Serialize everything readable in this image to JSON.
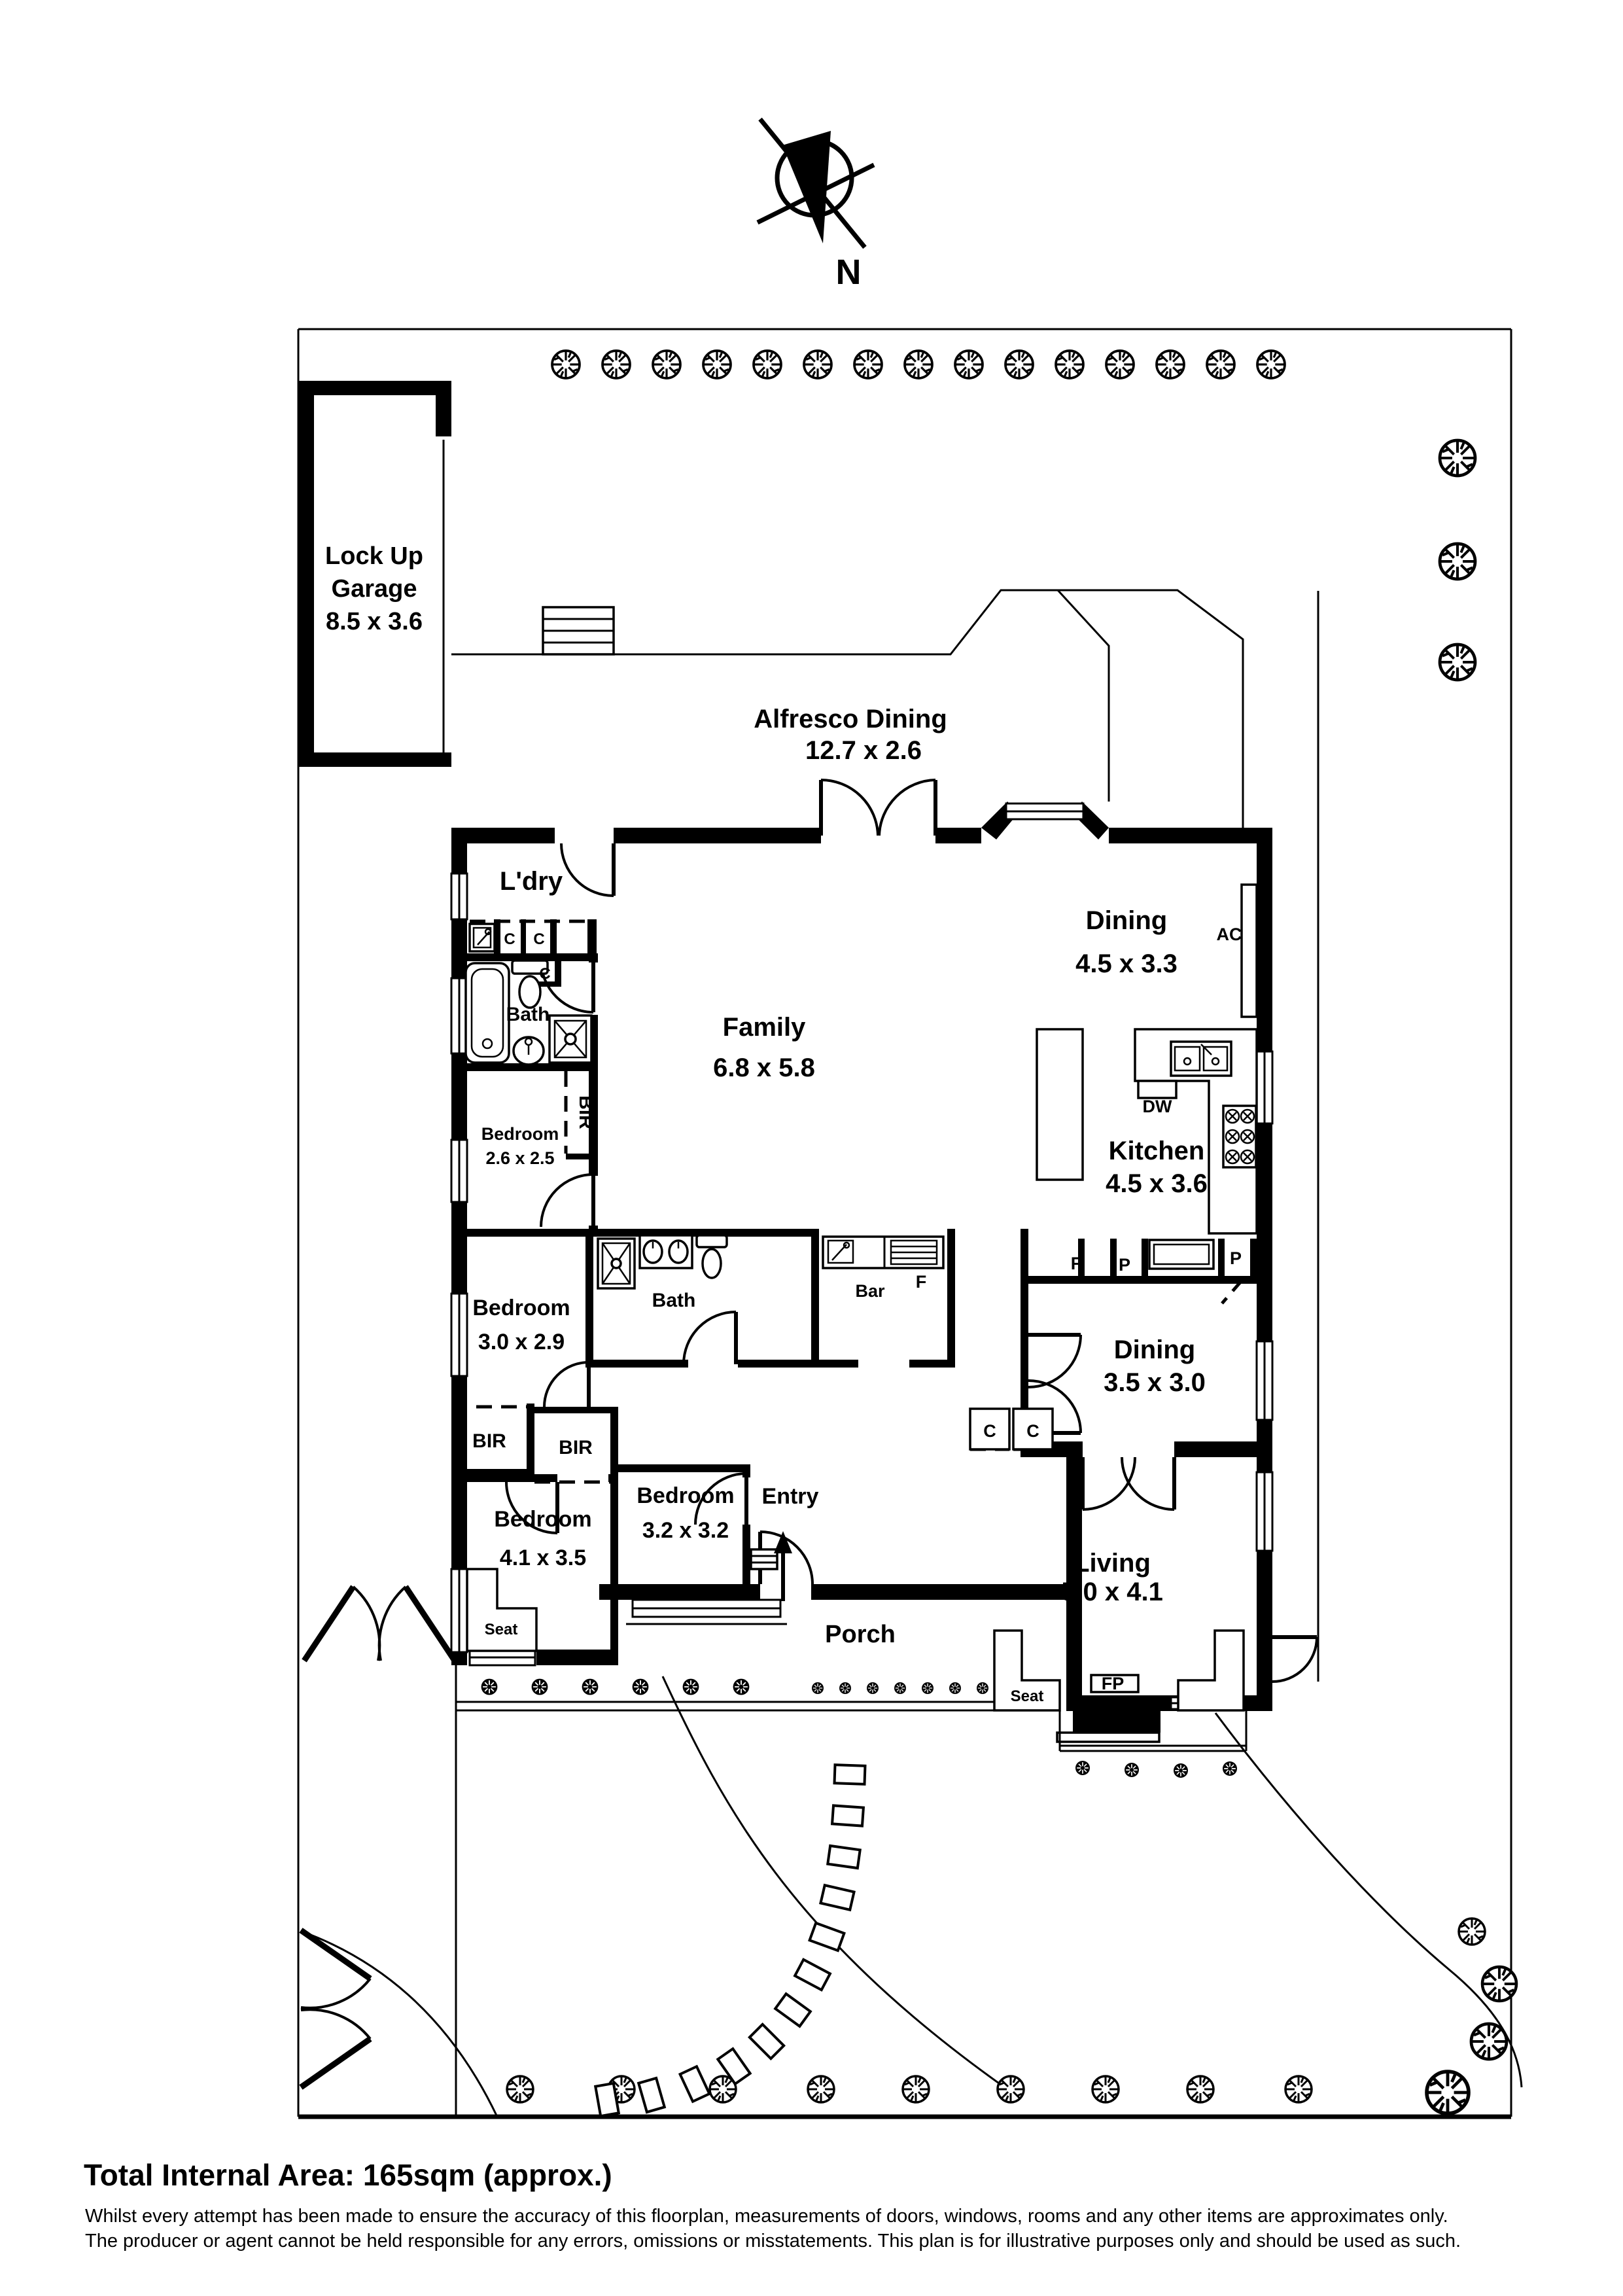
{
  "compass": {
    "north": "N"
  },
  "rooms": {
    "garage": {
      "line1": "Lock Up",
      "line2": "Garage",
      "dims": "8.5 x 3.6"
    },
    "alfresco": {
      "name": "Alfresco Dining",
      "dims": "12.7 x 2.6"
    },
    "laundry": {
      "name": "L'dry"
    },
    "dining_rear": {
      "name": "Dining",
      "dims": "4.5 x 3.3"
    },
    "family": {
      "name": "Family",
      "dims": "6.8 x 5.8"
    },
    "kitchen": {
      "name": "Kitchen",
      "dims": "4.5 x 3.6"
    },
    "bedroom2": {
      "name": "Bedroom",
      "dims": "2.6 x 2.5"
    },
    "bedroom3": {
      "name": "Bedroom",
      "dims": "3.0 x 2.9"
    },
    "bedroom4": {
      "name": "Bedroom",
      "dims": "4.1 x 3.5"
    },
    "bedroom_front": {
      "name": "Bedroom",
      "dims": "3.2 x 3.2"
    },
    "bath1": {
      "name": "Bath"
    },
    "bath2": {
      "name": "Bath"
    },
    "bar": {
      "name": "Bar"
    },
    "dining_front": {
      "name": "Dining",
      "dims": "3.5 x 3.0"
    },
    "living": {
      "name": "Living",
      "dims": "5.0 x 4.1"
    },
    "entry": {
      "name": "Entry"
    },
    "porch": {
      "name": "Porch"
    }
  },
  "fixtures": {
    "ac": "AC",
    "dw": "DW",
    "fp": "FP",
    "fridge_kitchen": "F",
    "fridge_bar": "F",
    "pantry_left": "P",
    "pantry_right": "P",
    "cupboard1": "C",
    "cupboard2": "C",
    "cupboard3": "C",
    "cupboard4": "C",
    "cupboard5": "C",
    "bir_bed2": "BIR",
    "bir_left": "BIR",
    "bir_right": "BIR",
    "seat_bed4": "Seat",
    "seat_living": "Seat"
  },
  "footer": {
    "total_area": "Total Internal Area: 165sqm (approx.)",
    "disclaimer1": "Whilst every attempt has been made to ensure the accuracy of this floorplan, measurements of doors, windows, rooms and any other items are approximates only.",
    "disclaimer2": "The producer or agent cannot be held responsible for any errors, omissions or misstatements. This plan is for illustrative purposes only and should be used as such."
  }
}
